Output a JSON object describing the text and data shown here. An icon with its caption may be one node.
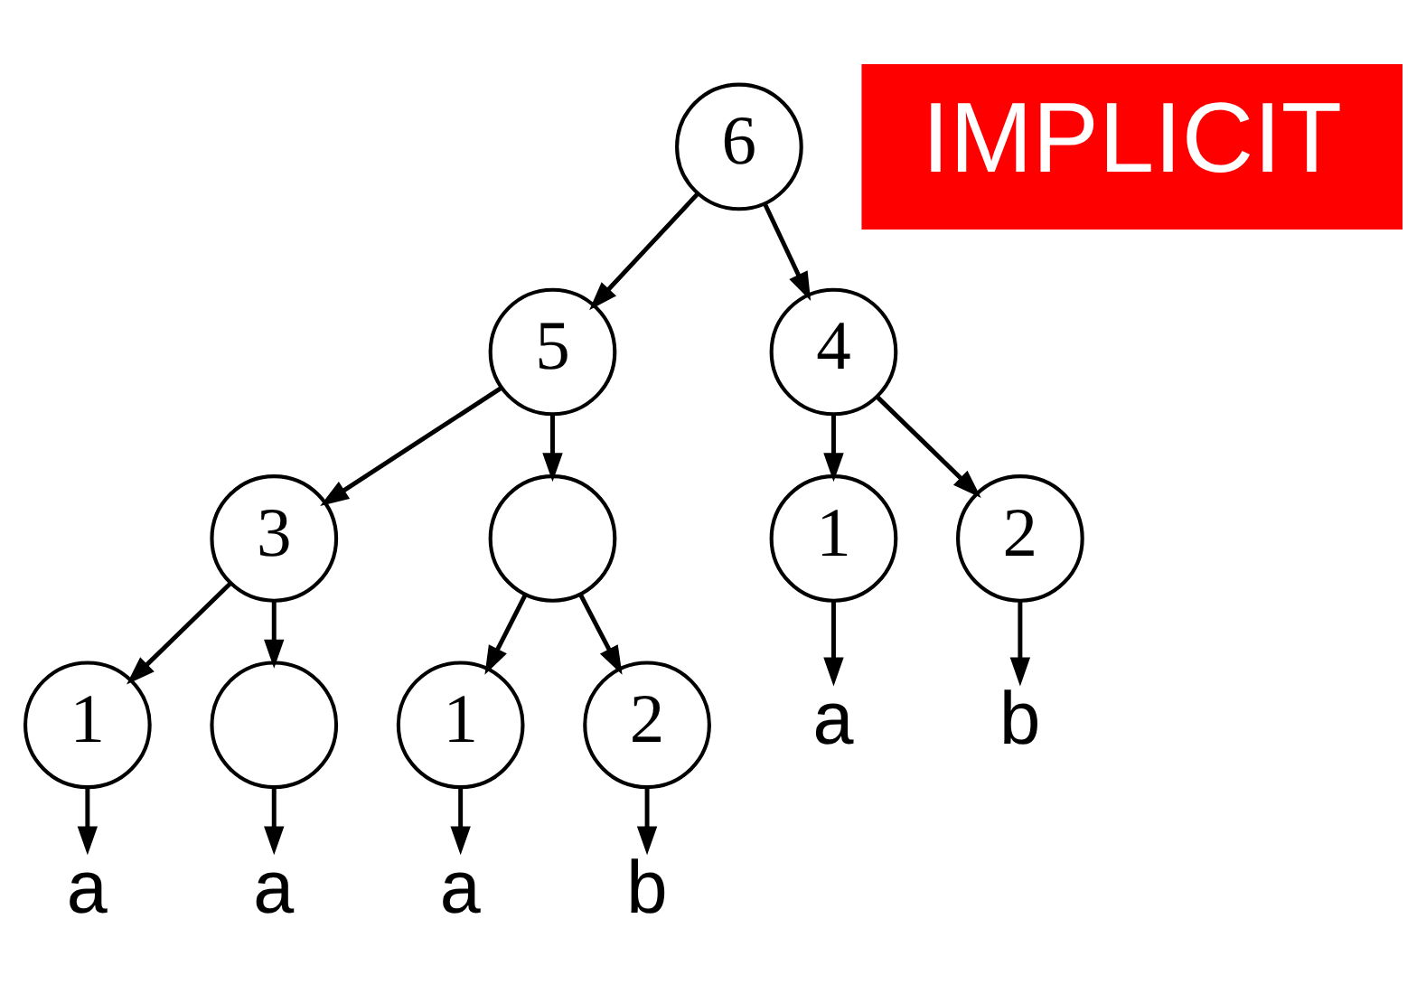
{
  "diagram": {
    "nodes": [
      {
        "text": [
          "6"
        ]
      },
      {
        "text": [
          "5"
        ]
      },
      {
        "text": [
          "3"
        ]
      },
      {
        "text": [],
        "shape": "circle"
      },
      {
        "text": [
          "4"
        ]
      },
      {
        "text": [
          "1"
        ]
      },
      {
        "text": [],
        "shape": "circle"
      },
      {
        "text": [
          "1"
        ]
      },
      {
        "text": [
          "2"
        ]
      },
      {
        "text": [
          "1"
        ]
      },
      {
        "text": [
          "2"
        ]
      },
      {
        "text": [
          "a"
        ]
      },
      {
        "text": [
          "a"
        ]
      },
      {
        "text": [
          "a"
        ]
      },
      {
        "text": [
          "b"
        ]
      },
      {
        "text": [
          "a"
        ]
      },
      {
        "text": [
          "b"
        ]
      }
    ],
    "edges": [
      {
        "from": 0,
        "to": 1,
        "arrow": "to"
      },
      {
        "from": 0,
        "to": 4,
        "arrow": "to"
      },
      {
        "from": 1,
        "to": 2,
        "arrow": "to"
      },
      {
        "from": 1,
        "to": 3,
        "arrow": "to"
      },
      {
        "from": 2,
        "to": 5,
        "arrow": "to"
      },
      {
        "from": 2,
        "to": 6,
        "arrow": "to"
      },
      {
        "from": 3,
        "to": 7,
        "arrow": "to"
      },
      {
        "from": 3,
        "to": 8,
        "arrow": "to"
      },
      {
        "from": 4,
        "to": 9,
        "arrow": "to"
      },
      {
        "from": 4,
        "to": 10,
        "arrow": "to"
      },
      {
        "from": 5,
        "to": 11,
        "arrow": "to"
      },
      {
        "from": 6,
        "to": 12,
        "arrow": "to"
      },
      {
        "from": 7,
        "to": 13,
        "arrow": "to"
      },
      {
        "from": 8,
        "to": 14,
        "arrow": "to"
      },
      {
        "from": 9,
        "to": 15,
        "arrow": "to"
      },
      {
        "from": 10,
        "to": 16,
        "arrow": "to"
      }
    ],
    "labels": [
      "IMPLICIT"
    ]
  }
}
